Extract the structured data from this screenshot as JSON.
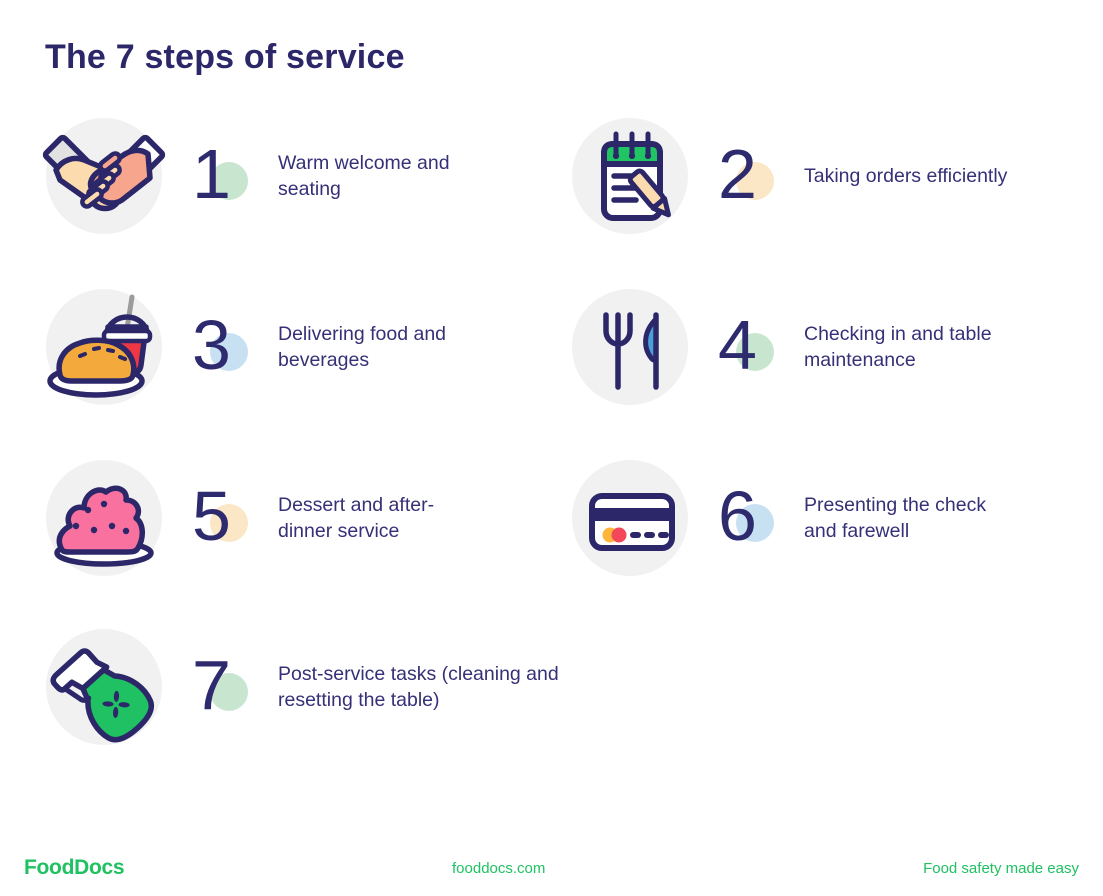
{
  "page": {
    "title": "The 7 steps of service"
  },
  "theme": {
    "navy": "#2e2a6e",
    "brand_green": "#1fc162",
    "icon_circle_bg": "#f1f1f2",
    "accent_green": "#c8e6cf",
    "accent_peach": "#fbe6c5",
    "accent_blue": "#c7e1f3"
  },
  "steps": [
    {
      "number": "1",
      "label": "Warm welcome and seating",
      "icon": "handshake-icon",
      "accent": "#c8e6cf"
    },
    {
      "number": "2",
      "label": "Taking orders efficiently",
      "icon": "notepad-icon",
      "accent": "#fbe6c5"
    },
    {
      "number": "3",
      "label": "Delivering food and beverages",
      "icon": "food-tray-icon",
      "accent": "#c7e1f3"
    },
    {
      "number": "4",
      "label": "Checking in and table maintenance",
      "icon": "cutlery-icon",
      "accent": "#c8e6cf"
    },
    {
      "number": "5",
      "label": "Dessert and after-dinner service",
      "icon": "dessert-icon",
      "accent": "#fbe6c5"
    },
    {
      "number": "6",
      "label": "Presenting the check and farewell",
      "icon": "credit-card-icon",
      "accent": "#c7e1f3"
    },
    {
      "number": "7",
      "label": "Post-service tasks (cleaning and resetting the table)",
      "icon": "spray-bottle-icon",
      "accent": "#c8e6cf"
    }
  ],
  "footer": {
    "logo": "FoodDocs",
    "website": "fooddocs.com",
    "tagline": "Food safety made easy"
  }
}
